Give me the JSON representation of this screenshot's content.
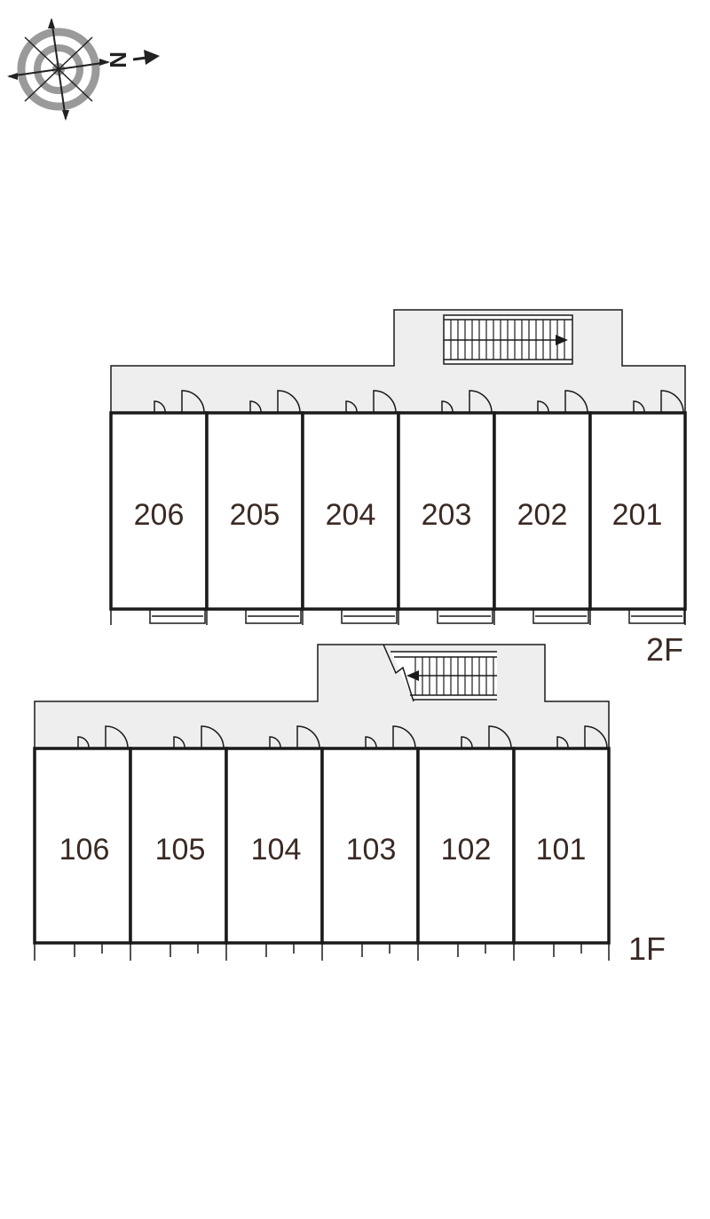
{
  "compass": {
    "label": "N",
    "icon": "compass-rose-icon"
  },
  "floors": [
    {
      "id": "2F",
      "label": "2F",
      "rooms": [
        "206",
        "205",
        "204",
        "203",
        "202",
        "201"
      ]
    },
    {
      "id": "1F",
      "label": "1F",
      "rooms": [
        "106",
        "105",
        "104",
        "103",
        "102",
        "101"
      ]
    }
  ],
  "colors": {
    "ink": "#3a2a24",
    "corridor_fill": "#eeeeee",
    "wall": "#1a1a1a"
  }
}
